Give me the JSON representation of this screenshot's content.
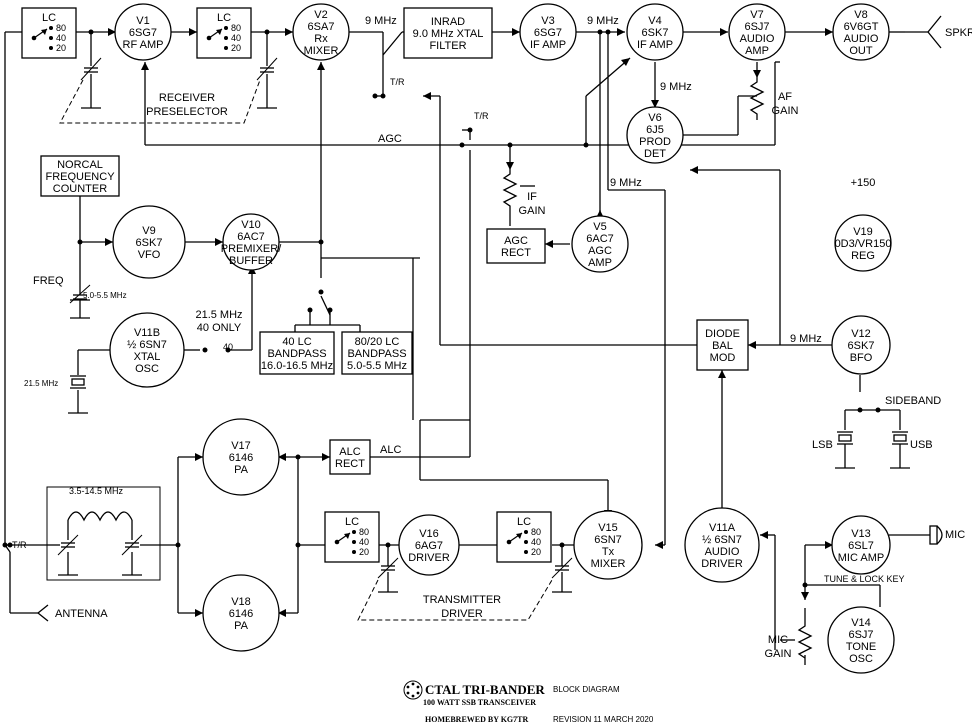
{
  "stages": {
    "v1": [
      "V1",
      "6SG7",
      "RF AMP"
    ],
    "v2": [
      "V2",
      "6SA7",
      "Rx",
      "MIXER"
    ],
    "v3": [
      "V3",
      "6SG7",
      "IF AMP"
    ],
    "v4": [
      "V4",
      "6SK7",
      "IF AMP"
    ],
    "v7": [
      "V7",
      "6SJ7",
      "AUDIO",
      "AMP"
    ],
    "v8": [
      "V8",
      "6V6GT",
      "AUDIO",
      "OUT"
    ],
    "v6": [
      "V6",
      "6J5",
      "PROD",
      "DET"
    ],
    "v9": [
      "V9",
      "6SK7",
      "VFO"
    ],
    "v10": [
      "V10",
      "6AC7",
      "PREMIXER/",
      "BUFFER"
    ],
    "v5": [
      "V5",
      "6AC7",
      "AGC",
      "AMP"
    ],
    "v19": [
      "V19",
      "0D3/VR150",
      "REG"
    ],
    "v11b": [
      "V11B",
      "½ 6SN7",
      "XTAL",
      "OSC"
    ],
    "v12": [
      "V12",
      "6SK7",
      "BFO"
    ],
    "v17": [
      "V17",
      "6146",
      "PA"
    ],
    "v18": [
      "V18",
      "6146",
      "PA"
    ],
    "v16": [
      "V16",
      "6AG7",
      "DRIVER"
    ],
    "v15": [
      "V15",
      "6SN7",
      "Tx",
      "MIXER"
    ],
    "v11a": [
      "V11A",
      "½ 6SN7",
      "AUDIO",
      "DRIVER"
    ],
    "v13": [
      "V13",
      "6SL7",
      "MIC AMP"
    ],
    "v14": [
      "V14",
      "6SJ7",
      "TONE",
      "OSC"
    ]
  },
  "boxes": {
    "inrad": [
      "INRAD",
      "9.0 MHz XTAL",
      "FILTER"
    ],
    "counter": [
      "NORCAL",
      "FREQUENCY",
      "COUNTER"
    ],
    "agc_rect": [
      "AGC",
      "RECT"
    ],
    "lc40": [
      "40 LC",
      "BANDPASS",
      "16.0-16.5 MHz"
    ],
    "lc8020": [
      "80/20 LC",
      "BANDPASS",
      "5.0-5.5 MHz"
    ],
    "diode": [
      "DIODE",
      "BAL",
      "MOD"
    ],
    "alc_rect": [
      "ALC",
      "RECT"
    ]
  },
  "lc_switch": {
    "title": "LC",
    "bands": [
      "80",
      "40",
      "20"
    ]
  },
  "labels": {
    "nine_mhz": "9 MHz",
    "agc": "AGC",
    "alc": "ALC",
    "tr": "T/R",
    "af_gain": [
      "AF",
      "GAIN"
    ],
    "if_gain": [
      "IF",
      "GAIN"
    ],
    "receiver_preselector": [
      "RECEIVER",
      "PRESELECTOR"
    ],
    "transmitter_driver": [
      "TRANSMITTER",
      "DRIVER"
    ],
    "freq": "FREQ",
    "vfo_range": "5.0-5.5 MHz",
    "xtal_21": "21.5 MHz",
    "only40": [
      "21.5 MHz",
      "40 ONLY"
    ],
    "forty": "40",
    "plus150": "+150",
    "sideband": "SIDEBAND",
    "lsb": "LSB",
    "usb": "USB",
    "spkr": "SPKR",
    "mic": "MIC",
    "antenna": "ANTENNA",
    "tank_range": "3.5-14.5 MHz",
    "tune_lock": "TUNE & LOCK KEY",
    "mic_gain": [
      "MIC",
      "GAIN"
    ]
  },
  "title_block": {
    "title": "CTAL TRI-BANDER",
    "subtitle": "100 WATT SSB TRANSCEIVER",
    "block": "BLOCK DIAGRAM",
    "home": "HOMEBREWED BY KG7TR",
    "revision": "REVISION 11 MARCH 2020"
  }
}
